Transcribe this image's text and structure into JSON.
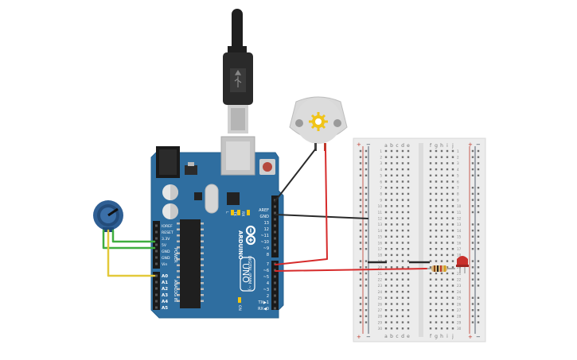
{
  "arduino": {
    "logo_text": "ARDUINO",
    "model_text": "UNO",
    "labels_left": {
      "ioref": "IOREF",
      "reset": "RESET",
      "v33": "3.3V",
      "v5": "5V",
      "gnd1": "GND",
      "gnd2": "GND",
      "vin": "Vin",
      "a0": "A0",
      "a1": "A1",
      "a2": "A2",
      "a3": "A3",
      "a4": "A4",
      "a5": "A5",
      "power": "POWER",
      "analog_in": "ANALOG IN"
    },
    "labels_right": {
      "aref": "AREF",
      "gnd": "GND",
      "d13": "13",
      "d12": "12",
      "d11": "~11",
      "d10": "~10",
      "d9": "~9",
      "d8": "8",
      "d7": "7",
      "d6": "~6",
      "d5": "~5",
      "d4": "4",
      "d3": "~3",
      "d2": "2",
      "tx": "TX▶1",
      "rx": "RX◀0",
      "digital": "DIGITAL (PWM ~)"
    },
    "small": {
      "l": "L",
      "tx": "TX",
      "rx": "RX",
      "on": "ON"
    }
  },
  "breadboard": {
    "cols_left": [
      "a",
      "b",
      "c",
      "d",
      "e"
    ],
    "cols_right": [
      "f",
      "g",
      "h",
      "i",
      "j"
    ],
    "rows": [
      "1",
      "2",
      "3",
      "4",
      "5",
      "6",
      "7",
      "8",
      "9",
      "10",
      "11",
      "12",
      "13",
      "14",
      "15",
      "16",
      "17",
      "18",
      "19",
      "20",
      "21",
      "22",
      "23",
      "24",
      "25",
      "26",
      "27",
      "28",
      "29",
      "30"
    ],
    "plus": "+",
    "minus": "−"
  },
  "colors": {
    "board": "#2f6ea0",
    "board_dark": "#245a85",
    "wire_red": "#d62b2b",
    "wire_black": "#2a2a2a",
    "wire_green": "#3fae3f",
    "wire_yellow": "#e3c93a",
    "led": "#c9302c",
    "breadboard": "#ececec"
  }
}
